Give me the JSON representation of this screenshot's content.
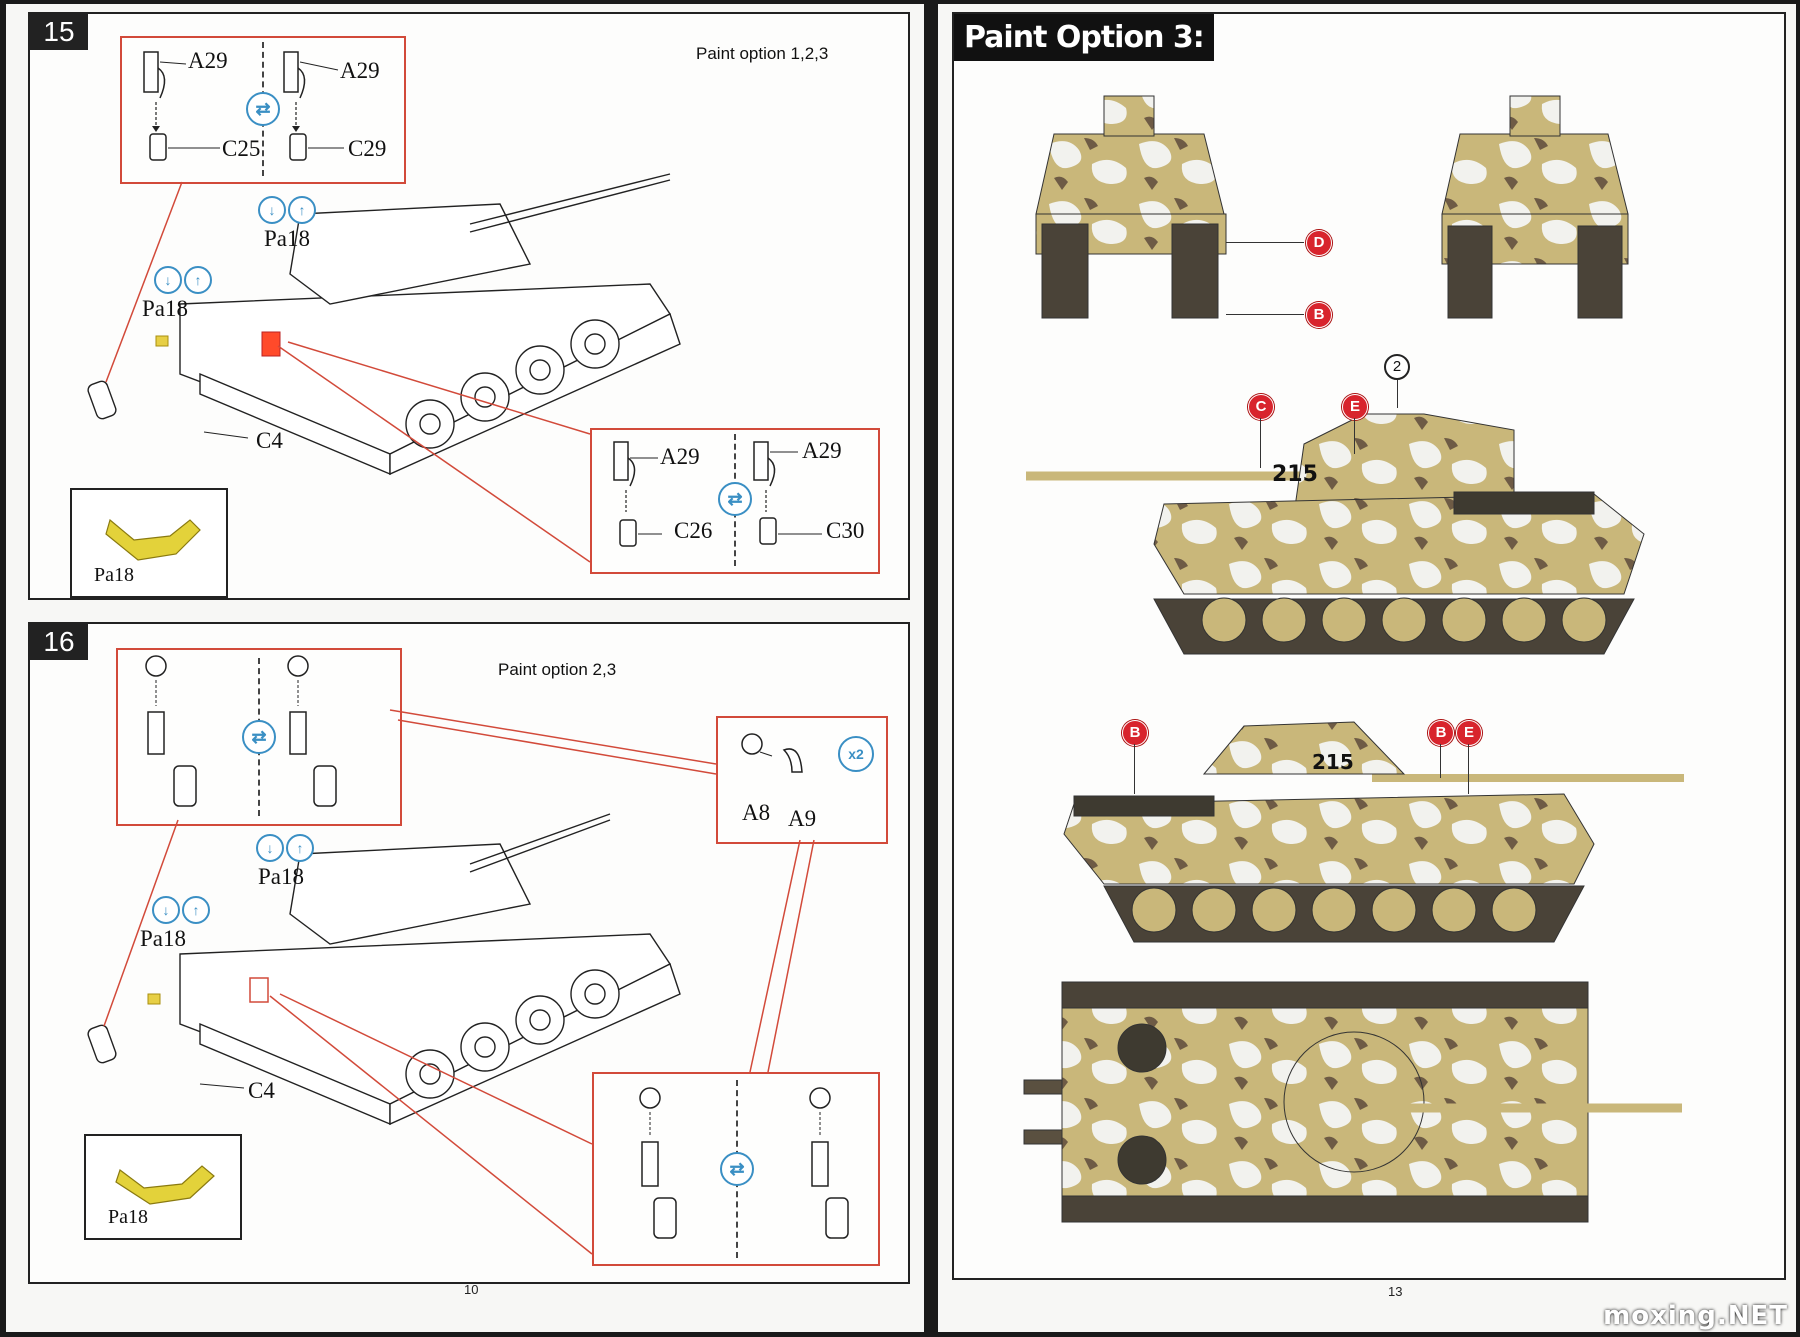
{
  "left_page": {
    "page_number": "10",
    "steps": [
      {
        "number": "15",
        "paint_option": "Paint option 1,2,3",
        "callout_top": {
          "left_top": "A29",
          "left_bottom": "C25",
          "right_top": "A29",
          "right_bottom": "C29"
        },
        "callout_bottom": {
          "left_top": "A29",
          "left_bottom": "C26",
          "right_top": "A29",
          "right_bottom": "C30"
        },
        "labels": {
          "pa18_a": "Pa18",
          "pa18_b": "Pa18",
          "c4": "C4",
          "inset": "Pa18"
        }
      },
      {
        "number": "16",
        "paint_option": "Paint option 2,3",
        "callout_right": {
          "a8": "A8",
          "a9": "A9",
          "multiplier": "x2"
        },
        "labels": {
          "pa18_a": "Pa18",
          "pa18_b": "Pa18",
          "c4": "C4",
          "inset": "Pa18"
        }
      }
    ]
  },
  "right_page": {
    "page_number": "13",
    "title": "Paint Option 3:",
    "markers": {
      "front_d": "D",
      "front_b": "B",
      "side_c": "C",
      "side_e": "E",
      "side_2": "2",
      "right_b1": "B",
      "right_b2": "B",
      "right_e": "E"
    },
    "hull_number": "215"
  },
  "watermark": "moxing.NET",
  "colors": {
    "callout_red": "#d24a3a",
    "icon_blue": "#3a8fc4",
    "marker_red": "#d8242d",
    "camo_sand": "#c9b77a",
    "camo_white": "#f2f2ee",
    "camo_brown": "#6e5b45",
    "part_yellow": "#e3d23a"
  }
}
